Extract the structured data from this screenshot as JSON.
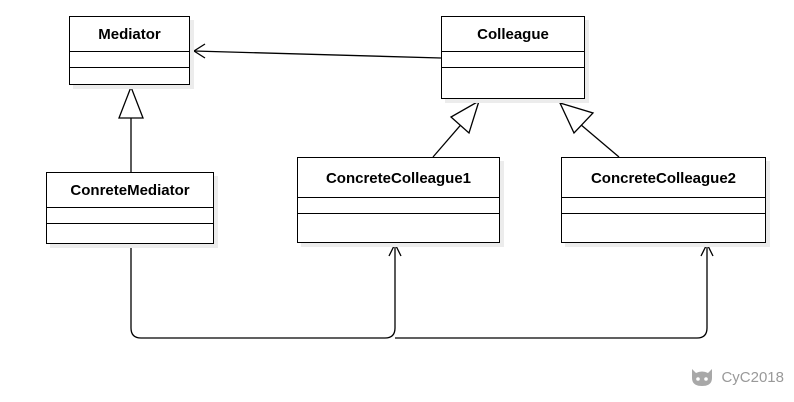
{
  "classes": {
    "mediator": "Mediator",
    "colleague": "Colleague",
    "concrete_mediator": "ConreteMediator",
    "concrete_colleague_1": "ConcreteColleague1",
    "concrete_colleague_2": "ConcreteColleague2"
  },
  "watermark": {
    "text": "CyC2018",
    "icon": "github-octocat-icon"
  },
  "colors": {
    "line": "#000000",
    "shadow": "#ececec",
    "watermark": "#999999"
  }
}
